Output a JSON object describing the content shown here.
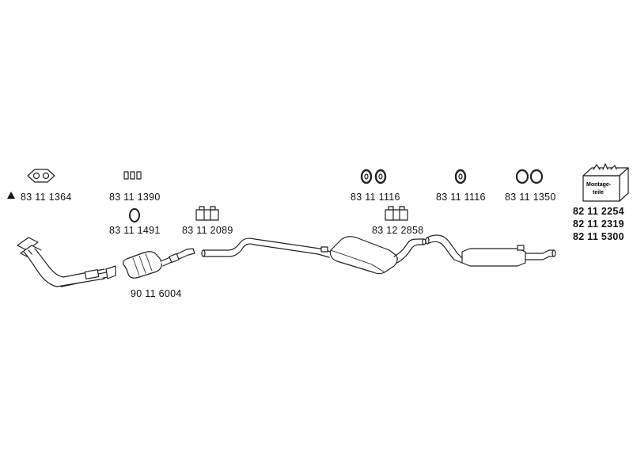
{
  "parts": {
    "manifold_gasket": "83 11 1364",
    "clamp_set": "83 11 1390",
    "ring": "83 11 1491",
    "clamp_a": "83 11 2089",
    "catalytic_converter": "90 11 6004",
    "rubber_mount_pair": "83 11 1116",
    "rubber_mount_single": "83 11 1116",
    "clamp_b": "83 12 2858",
    "ring_pair": "83 11 1350"
  },
  "kit": {
    "label_line1": "Montage-",
    "label_line2": "teile",
    "numbers": [
      "82 11 2254",
      "82 11 2319",
      "82 11 5300"
    ]
  },
  "icons": {
    "warning": "triangle-icon"
  }
}
